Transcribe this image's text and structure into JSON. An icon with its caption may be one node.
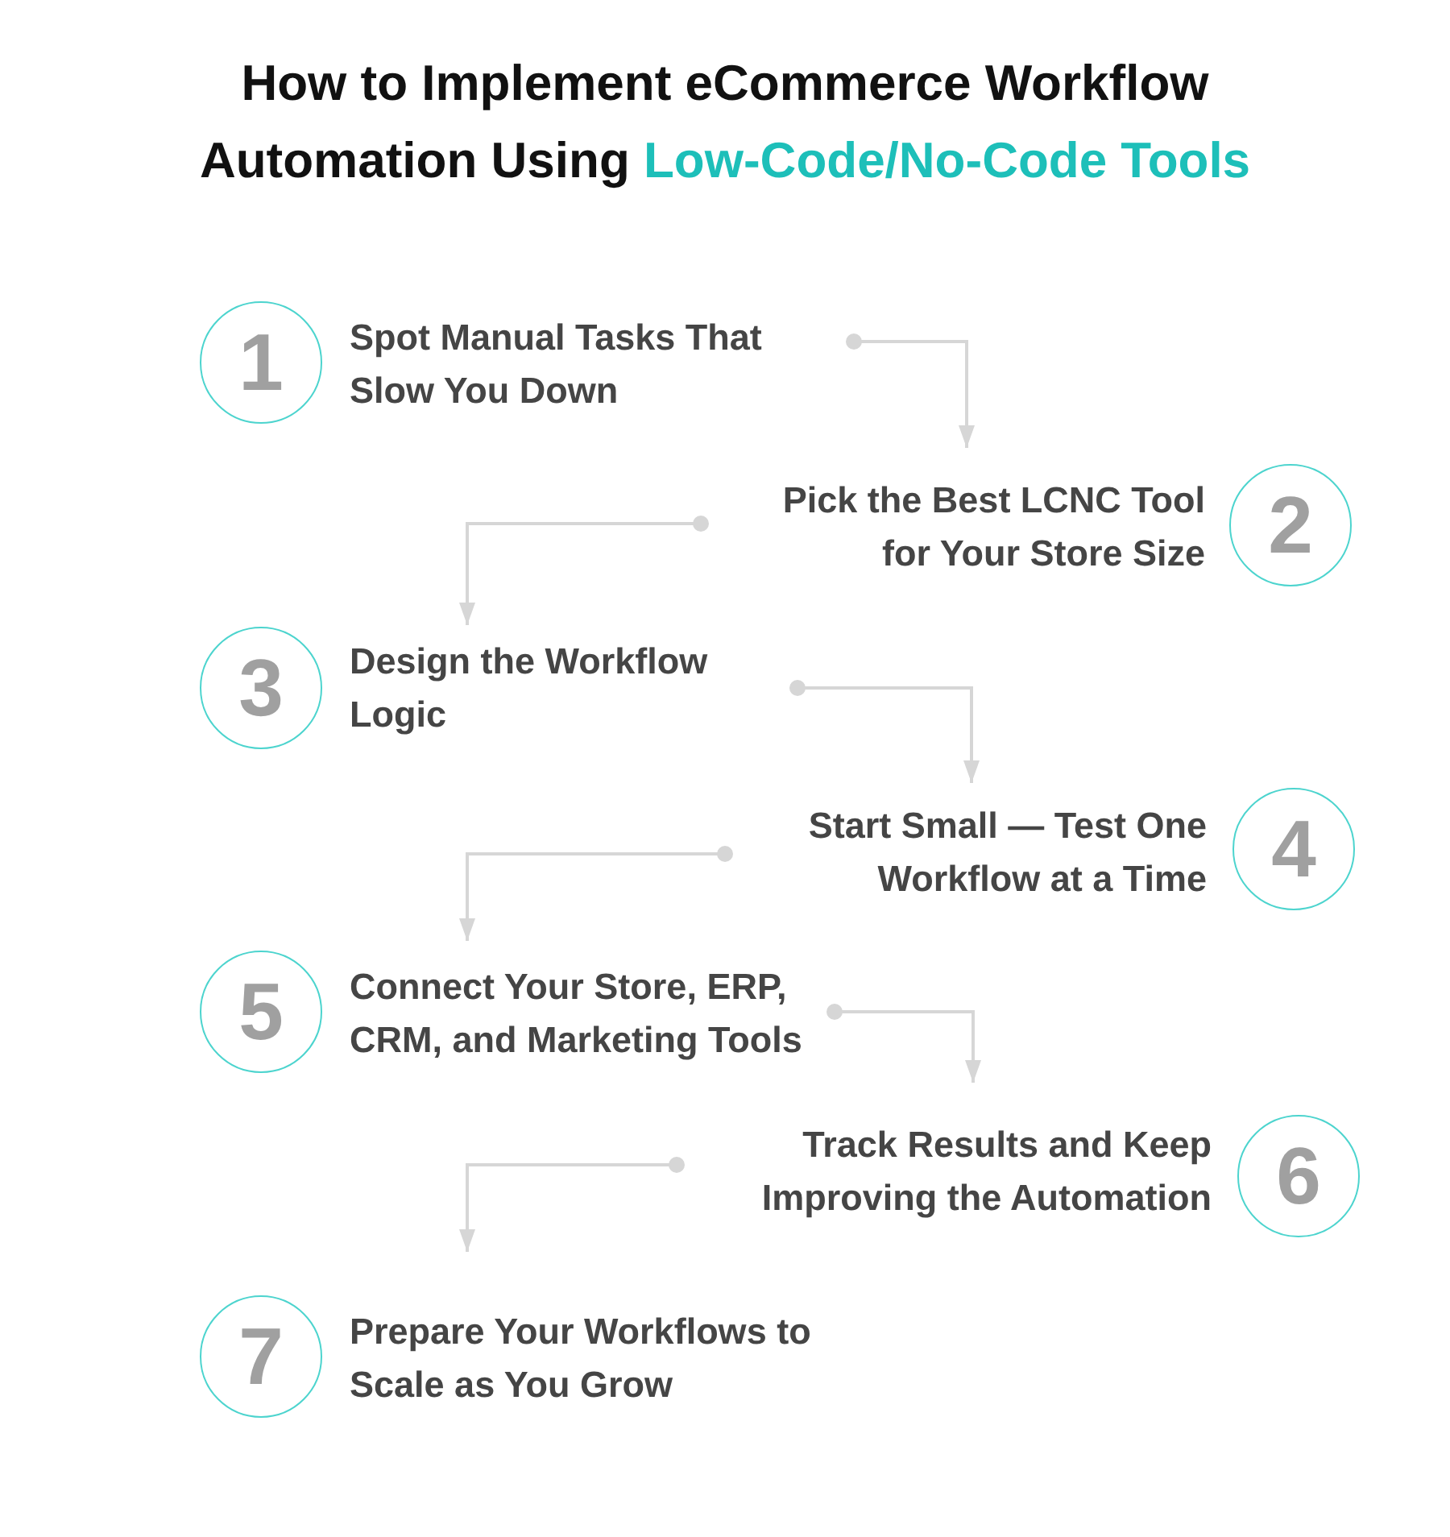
{
  "diagram": {
    "title": "How to Implement eCommerce Workflow Automation Using **Low-Code/No-Code Tools**",
    "nodes": [
      {
        "text": [
          "1"
        ]
      },
      {
        "text": [
          "Spot Manual Tasks That Slow You Down"
        ]
      },
      {
        "text": [
          "Pick the Best LCNC Tool for Your Store Size"
        ]
      },
      {
        "text": [
          "2"
        ]
      },
      {
        "text": [
          "3"
        ]
      },
      {
        "text": [
          "Design the Workflow Logic"
        ]
      },
      {
        "text": [
          "Start Small — Test One Workflow at a Time"
        ]
      },
      {
        "text": [
          "4"
        ]
      },
      {
        "text": [
          "5"
        ]
      },
      {
        "text": [
          "Connect Your Store, ERP, CRM, and Marketing Tools"
        ]
      },
      {
        "text": [
          "Track Results and Keep Improving the Automation"
        ]
      },
      {
        "text": [
          "6"
        ]
      },
      {
        "text": [
          "7"
        ]
      },
      {
        "text": [
          "Prepare Your Workflows to Scale as You Grow"
        ]
      }
    ],
    "edges": [
      {
        "from": 1,
        "to": 2,
        "arrow": "to"
      },
      {
        "from": 2,
        "to": 5,
        "arrow": "to"
      },
      {
        "from": 5,
        "to": 6,
        "arrow": "to"
      },
      {
        "from": 6,
        "to": 9,
        "arrow": "to"
      },
      {
        "from": 9,
        "to": 10,
        "arrow": "to"
      },
      {
        "from": 10,
        "to": 13,
        "arrow": "to"
      }
    ]
  }
}
